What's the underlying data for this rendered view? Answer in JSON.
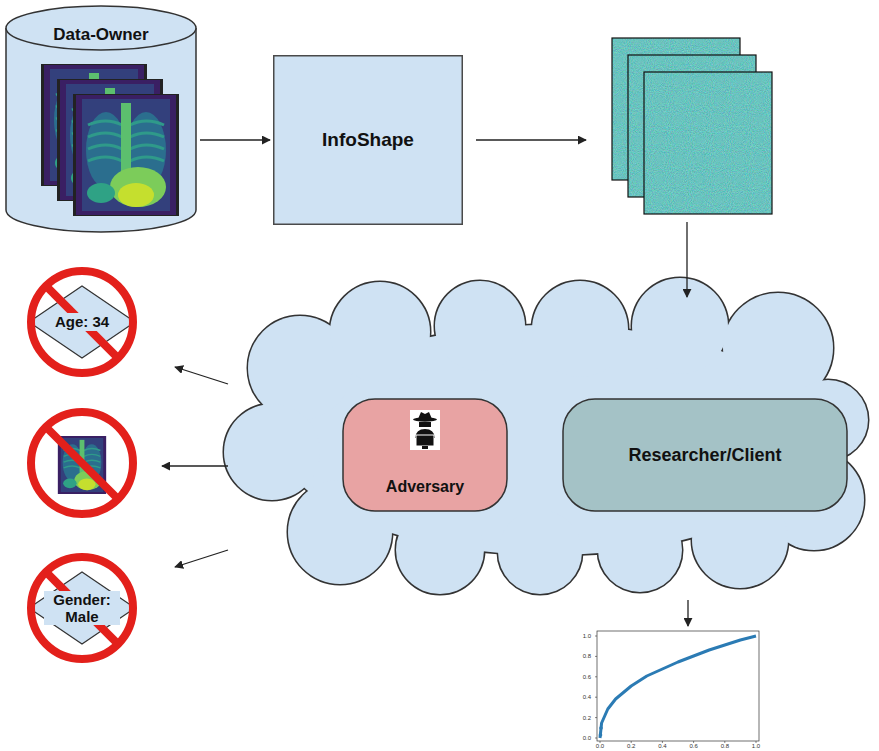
{
  "diagram": {
    "nodes": [
      {
        "text": [
          "Data-Owner"
        ]
      },
      {
        "text": [
          "InfoShape"
        ]
      },
      {
        "text": [
          "Age: 34"
        ]
      },
      {
        "text": [
          "Adversary"
        ]
      },
      {
        "text": [
          "Researcher/Client"
        ]
      },
      {
        "text": [
          "Gender: Male"
        ]
      }
    ],
    "edges": [
      {
        "from": 0,
        "to": 1,
        "arrow": "to"
      }
    ],
    "labels": [
      "1.0",
      "0.8",
      "0.6",
      "0.4",
      "0.2",
      "0.0",
      "0.0",
      "0.2",
      "0.4",
      "0.6",
      "0.8",
      "1.0"
    ]
  }
}
